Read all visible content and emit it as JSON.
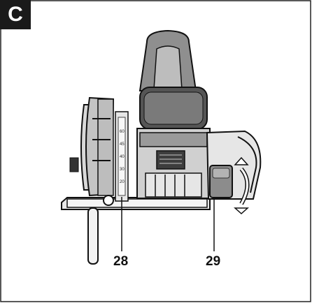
{
  "figure": {
    "label": "C",
    "callouts": [
      {
        "id": "28",
        "text": "28"
      },
      {
        "id": "29",
        "text": "29"
      }
    ],
    "scale_marks": [
      "60",
      "45",
      "40",
      "30",
      "20"
    ]
  },
  "colors": {
    "ink": "#1a1a1a",
    "grey_light": "#bdbdbd",
    "grey_mid": "#8c8c8c",
    "grey_dark": "#5a5a5a"
  }
}
